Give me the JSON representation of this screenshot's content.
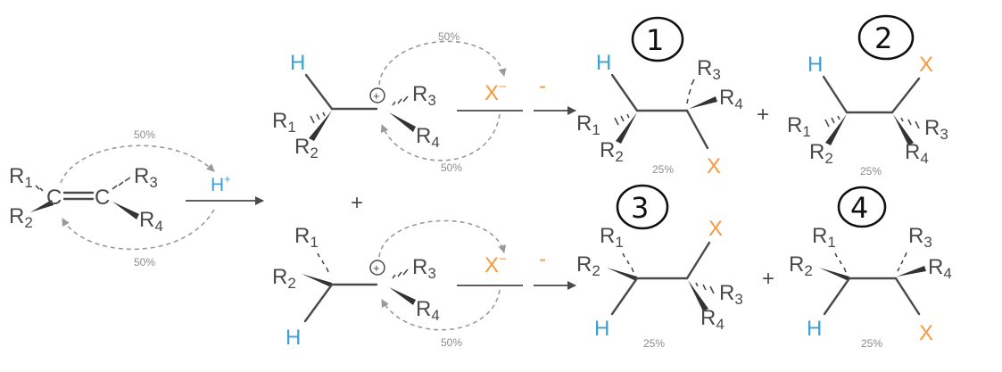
{
  "labels": {
    "R1": "R",
    "R2": "R",
    "R3": "R",
    "R4": "R",
    "s1": "1",
    "s2": "2",
    "s3": "3",
    "s4": "4",
    "C": "C",
    "H": "H",
    "X": "X",
    "Xion": "X",
    "Xminus": "−",
    "Hplus": "H",
    "plussign": "+",
    "plus": "+",
    "charge": "+",
    "dash": "-"
  },
  "percent": {
    "fifty": "50%",
    "twentyfive": "25%"
  },
  "product_numbers": [
    "1",
    "2",
    "3",
    "4"
  ],
  "colors": {
    "hydrogen": "#3aa0d6",
    "halogen": "#f59a3c",
    "bond": "#4a4a4a",
    "curl_arrow": "#9a9a9a"
  }
}
